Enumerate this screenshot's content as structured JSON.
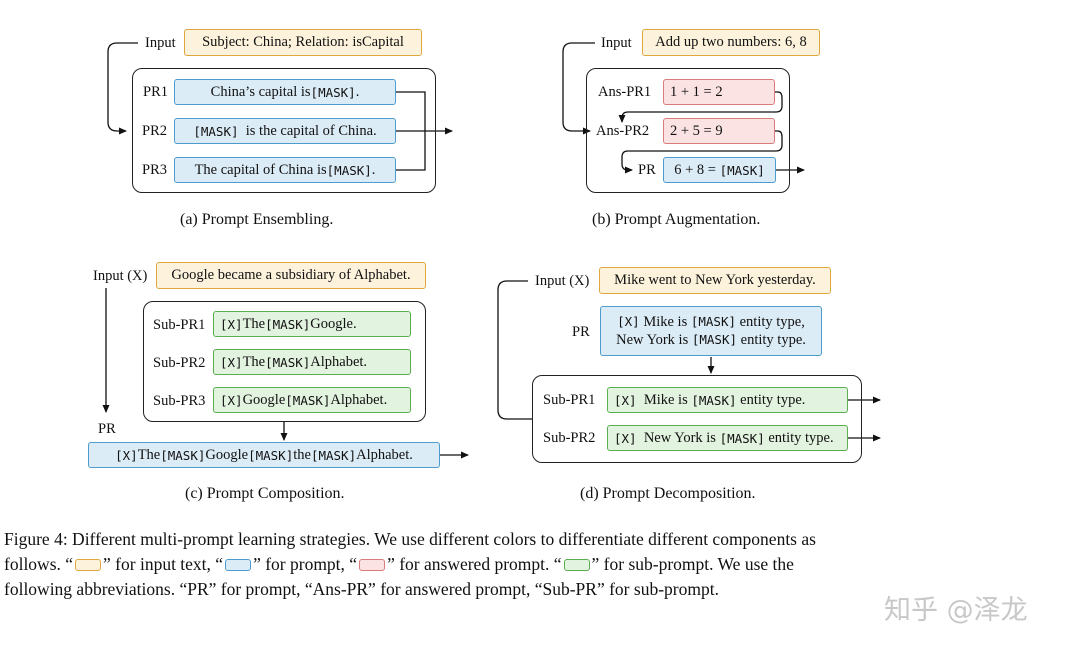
{
  "panel_a": {
    "input_label": "Input",
    "input_text": "Subject: China; Relation: isCapital",
    "rows": [
      {
        "label": "PR1",
        "parts": [
          "China’s capital is ",
          "[MASK]",
          "."
        ]
      },
      {
        "label": "PR2",
        "parts": [
          "",
          "[MASK]",
          "  is the capital of China."
        ]
      },
      {
        "label": "PR3",
        "parts": [
          "The capital of China is ",
          "[MASK]",
          "."
        ]
      }
    ],
    "caption": "(a) Prompt Ensembling."
  },
  "panel_b": {
    "input_label": "Input",
    "input_text": "Add up two numbers: 6, 8",
    "rows": [
      {
        "label": "Ans-PR1",
        "parts": [
          "1 + 1 = 2",
          "",
          ""
        ]
      },
      {
        "label": "Ans-PR2",
        "parts": [
          "2 + 5 = 9",
          "",
          ""
        ]
      },
      {
        "label": "PR",
        "parts": [
          "6 + 8 = ",
          "[MASK]",
          ""
        ]
      }
    ],
    "caption": "(b) Prompt Augmentation."
  },
  "panel_c": {
    "input_label": "Input (X)",
    "input_text": "Google became a subsidiary of Alphabet.",
    "rows": [
      {
        "label": "Sub-PR1",
        "parts": [
          "[X]",
          " The ",
          "[MASK]",
          " Google."
        ]
      },
      {
        "label": "Sub-PR2",
        "parts": [
          "[X]",
          " The ",
          "[MASK]",
          " Alphabet."
        ]
      },
      {
        "label": "Sub-PR3",
        "parts": [
          "[X]",
          " Google ",
          "[MASK]",
          " Alphabet."
        ]
      }
    ],
    "pr_label": "PR",
    "final_parts": [
      "[X]",
      " The ",
      "[MASK]",
      " Google ",
      "[MASK]",
      " the ",
      "[MASK]",
      " Alphabet."
    ],
    "caption": "(c) Prompt Composition."
  },
  "panel_d": {
    "input_label": "Input (X)",
    "input_text": "Mike went to New York yesterday.",
    "pr_label": "PR",
    "pr_line1": [
      "[X]",
      " Mike is ",
      "[MASK]",
      " entity type,"
    ],
    "pr_line2": [
      "New York is ",
      "[MASK]",
      " entity type."
    ],
    "rows": [
      {
        "label": "Sub-PR1",
        "parts": [
          "[X]",
          "  Mike is ",
          "[MASK]",
          " entity type."
        ]
      },
      {
        "label": "Sub-PR2",
        "parts": [
          "[X]",
          "  New York is ",
          "[MASK]",
          " entity type."
        ]
      }
    ],
    "caption": "(d) Prompt Decomposition."
  },
  "figure_caption": {
    "line1": "Figure 4: Different multi-prompt learning strategies. We use different colors to differentiate different components as",
    "line2_a": "follows. “",
    "line2_b": "” for input text, “",
    "line2_c": "” for prompt, “",
    "line2_d": "” for answered prompt. “",
    "line2_e": "” for sub-prompt. We use the",
    "line3": "following abbreviations. “PR” for prompt, “Ans-PR” for answered prompt, “Sub-PR” for sub-prompt."
  },
  "watermark": "知乎 @泽龙",
  "colors": {
    "input_fill": "#fdf3dd",
    "input_border": "#e0a83c",
    "prompt_fill": "#dcecf7",
    "prompt_border": "#4d9ccd",
    "answered_fill": "#fbe3e3",
    "answered_border": "#d97b7b",
    "sub_fill": "#e2f3df",
    "sub_border": "#5cae52"
  }
}
